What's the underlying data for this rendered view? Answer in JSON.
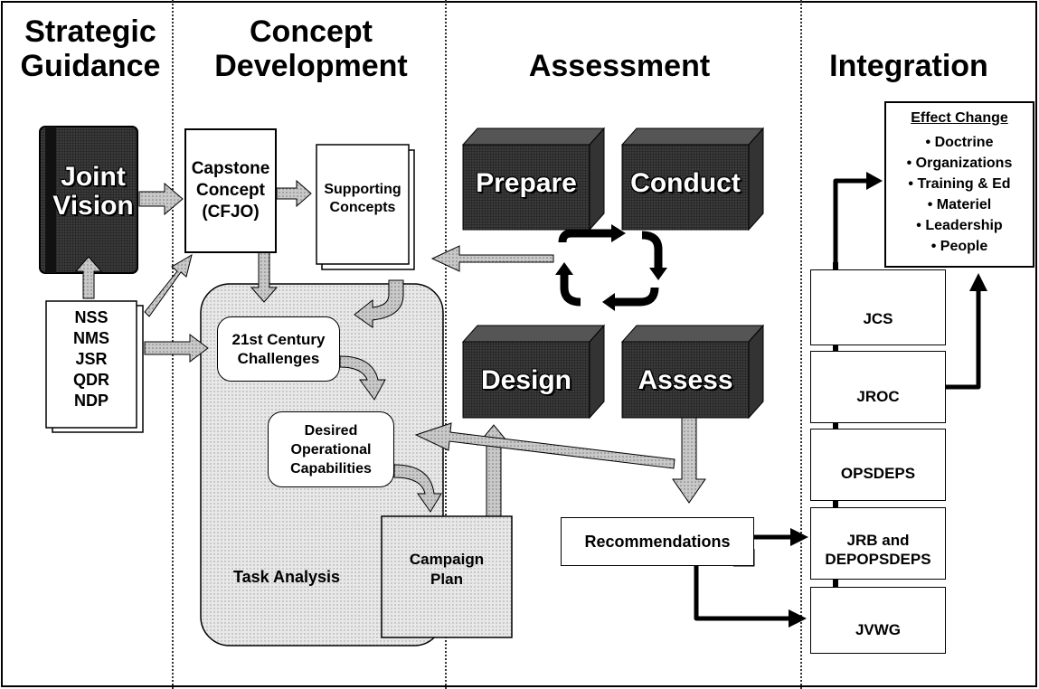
{
  "columns": {
    "strategic": "Strategic\nGuidance",
    "concept": "Concept\nDevelopment",
    "assessment": "Assessment",
    "integration": "Integration"
  },
  "joint_vision": "Joint\nVision",
  "guidance_docs": "NSS\nNMS\nJSR\nQDR\nNDP",
  "capstone": "Capstone\nConcept\n(CFJO)",
  "supporting": "Supporting\nConcepts",
  "challenges": "21st Century\nChallenges",
  "desired": "Desired\nOperational\nCapabilities",
  "task_analysis": "Task Analysis",
  "campaign": "Campaign\nPlan",
  "cubes": {
    "prepare": "Prepare",
    "conduct": "Conduct",
    "design": "Design",
    "assess": "Assess"
  },
  "recommendations": "Recommendations",
  "effect_change": {
    "title": "Effect Change",
    "items": [
      "• Doctrine",
      "• Organizations",
      "• Training & Ed",
      "• Materiel",
      "• Leadership",
      "• People"
    ]
  },
  "councils": {
    "jcs": "JCS",
    "jroc": "JROC",
    "opsdeps": "OPSDEPS",
    "jrb": "JRB and\nDEPOPSDEPS",
    "jvwg": "JVWG"
  }
}
